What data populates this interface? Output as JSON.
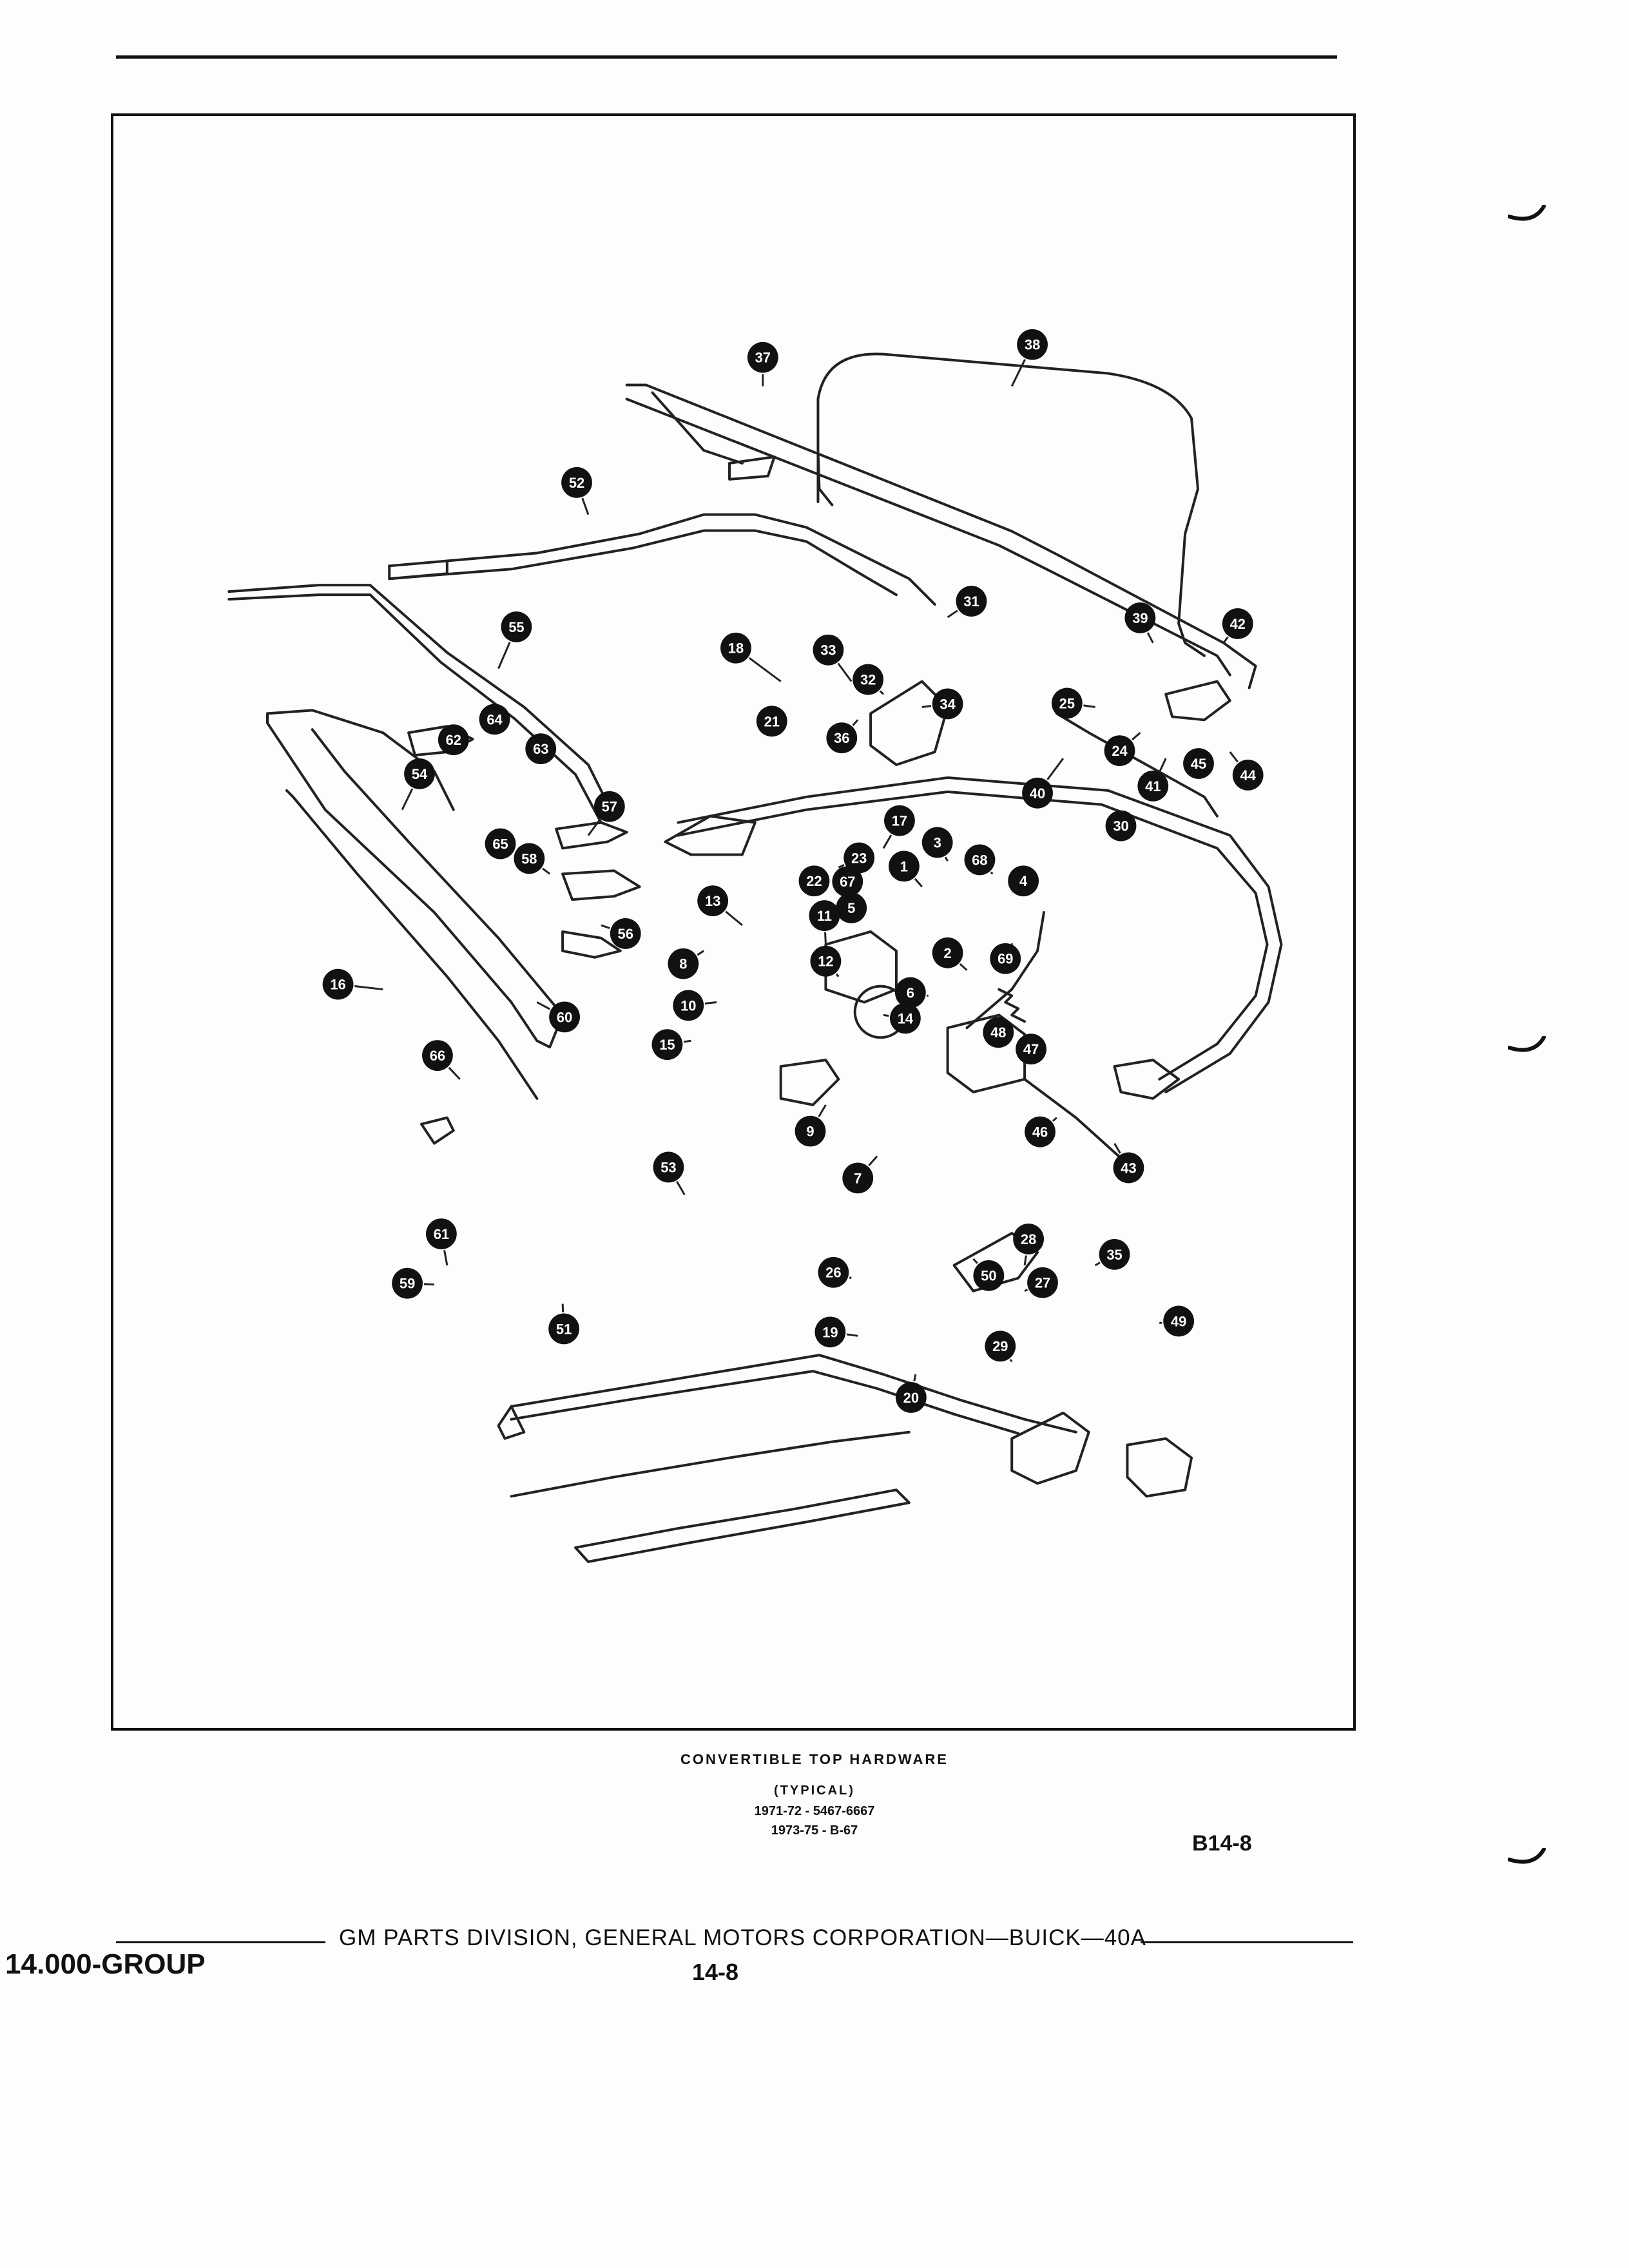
{
  "diagram": {
    "callouts": [
      "1",
      "2",
      "3",
      "4",
      "5",
      "6",
      "7",
      "8",
      "9",
      "10",
      "11",
      "12",
      "13",
      "14",
      "15",
      "16",
      "17",
      "18",
      "19",
      "20",
      "21",
      "22",
      "23",
      "24",
      "25",
      "26",
      "27",
      "28",
      "29",
      "30",
      "31",
      "32",
      "33",
      "34",
      "35",
      "36",
      "37",
      "38",
      "39",
      "40",
      "41",
      "42",
      "43",
      "44",
      "45",
      "46",
      "47",
      "48",
      "49",
      "50",
      "51",
      "52",
      "53",
      "54",
      "55",
      "56",
      "57",
      "58",
      "59",
      "60",
      "61",
      "62",
      "63",
      "64",
      "65",
      "66",
      "67",
      "68",
      "69"
    ]
  },
  "caption": {
    "title": "CONVERTIBLE TOP HARDWARE",
    "subtitle": "(TYPICAL)",
    "application_1": "1971-72 - 5467-6667",
    "application_2": "1973-75 - B-67"
  },
  "figure_id": "B14-8",
  "footer": {
    "publisher": "GM PARTS DIVISION, GENERAL MOTORS CORPORATION—BUICK—40A",
    "group": "14.000-GROUP",
    "page": "14-8"
  }
}
